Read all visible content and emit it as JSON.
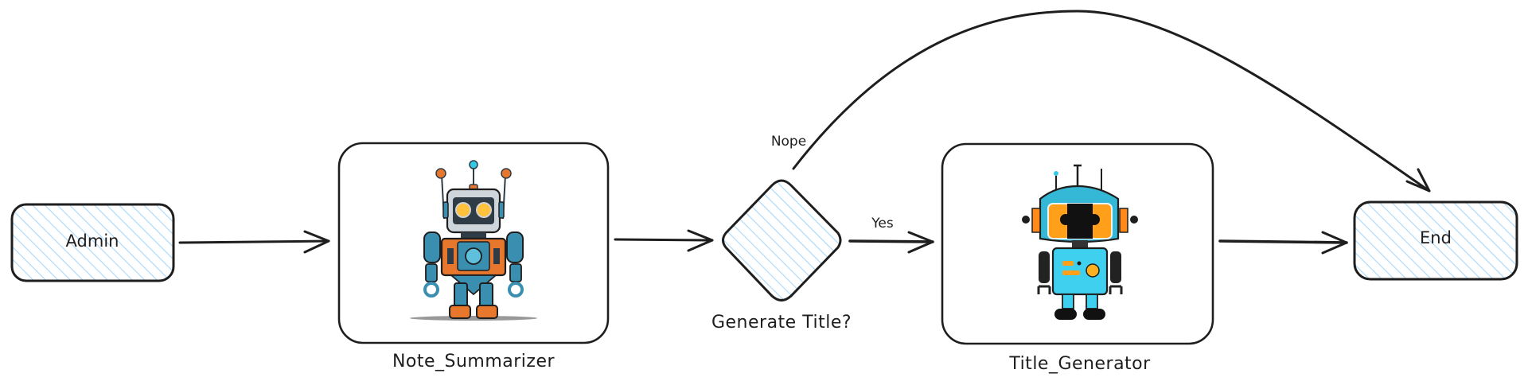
{
  "diagram": {
    "colors": {
      "stroke": "#1e1e1e",
      "hatch": "#a5d8ff",
      "background": "#ffffff",
      "robot_orange": "#e8772e",
      "robot_teal": "#3a8fb0",
      "robot_cyan": "#35c9e8",
      "robot_yellow": "#ffb020",
      "robot_dark": "#2f3b45"
    },
    "nodes": [
      {
        "id": "admin",
        "label": "Admin",
        "shape": "rounded-rect",
        "fill": "hatched-blue"
      },
      {
        "id": "note_summarizer",
        "label": "Note_Summarizer",
        "shape": "rounded-rect",
        "fill": "white",
        "icon": "robot-orange-teal-icon"
      },
      {
        "id": "decision",
        "label": "Generate Title?",
        "shape": "diamond",
        "fill": "hatched-blue"
      },
      {
        "id": "title_generator",
        "label": "Title_Generator",
        "shape": "rounded-rect",
        "fill": "white",
        "icon": "robot-cyan-icon"
      },
      {
        "id": "end",
        "label": "End",
        "shape": "rounded-rect",
        "fill": "hatched-blue"
      }
    ],
    "edges": [
      {
        "from": "admin",
        "to": "note_summarizer",
        "label": ""
      },
      {
        "from": "note_summarizer",
        "to": "decision",
        "label": ""
      },
      {
        "from": "decision",
        "to": "title_generator",
        "label": "Yes"
      },
      {
        "from": "decision",
        "to": "end",
        "label": "Nope"
      },
      {
        "from": "title_generator",
        "to": "end",
        "label": ""
      }
    ]
  }
}
